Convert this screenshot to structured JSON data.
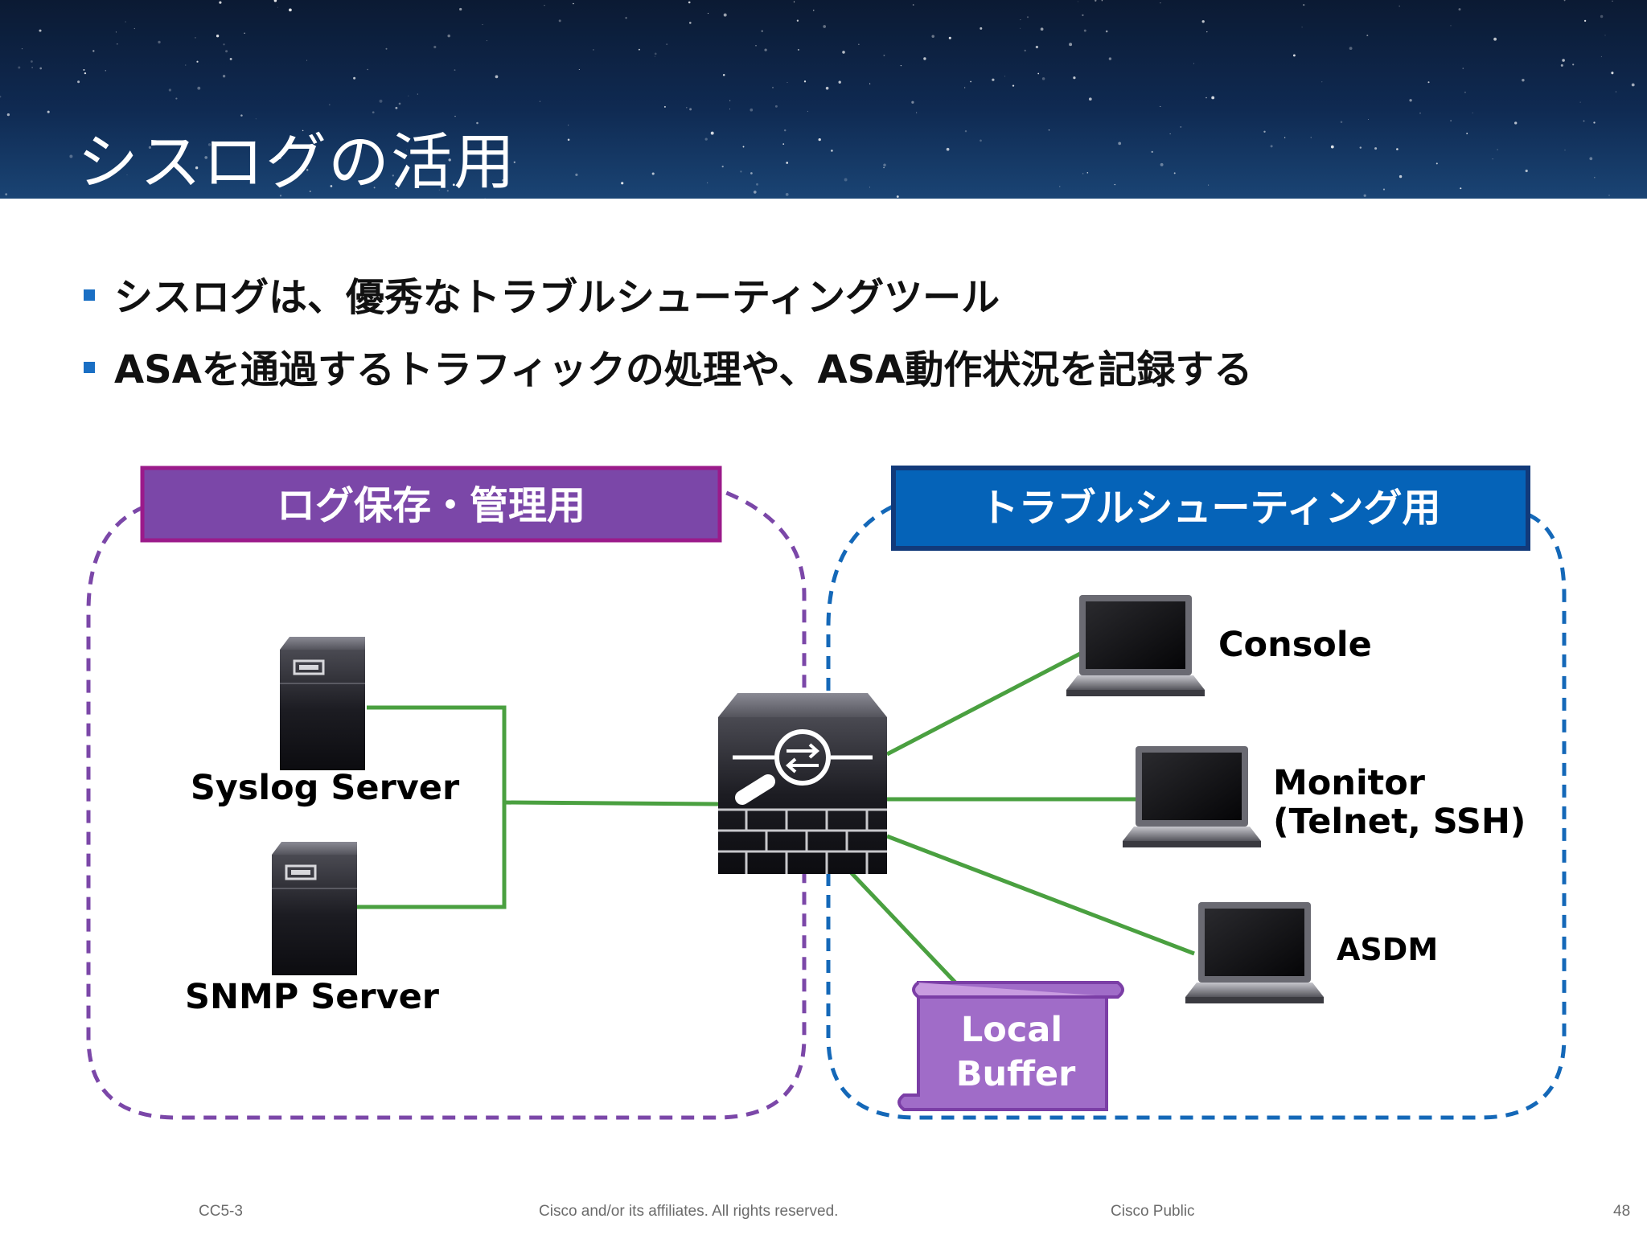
{
  "slide": {
    "title": "シスログの活用",
    "bullets": [
      "シスログは、優秀なトラブルシューティングツール",
      "ASAを通過するトラフィックの処理や、ASA動作状況を記録する"
    ]
  },
  "diagram": {
    "left_group": {
      "label": "ログ保存・管理用",
      "color": "#7b47a8",
      "border": "#9b1a8a"
    },
    "right_group": {
      "label": "トラブルシューティング用",
      "color": "#0563b8",
      "border": "#123a7a"
    },
    "nodes": {
      "syslog_server": "Syslog Server",
      "snmp_server": "SNMP Server",
      "console": "Console",
      "monitor_line1": "Monitor",
      "monitor_line2": "(Telnet, SSH)",
      "asdm": "ASDM",
      "local_buffer_line1": "Local",
      "local_buffer_line2": "Buffer"
    },
    "link_color": "#4aa040"
  },
  "footer": {
    "code": "CC5-3",
    "copyright": "Cisco and/or its affiliates. All rights reserved.",
    "classification": "Cisco Public",
    "page": "48"
  }
}
